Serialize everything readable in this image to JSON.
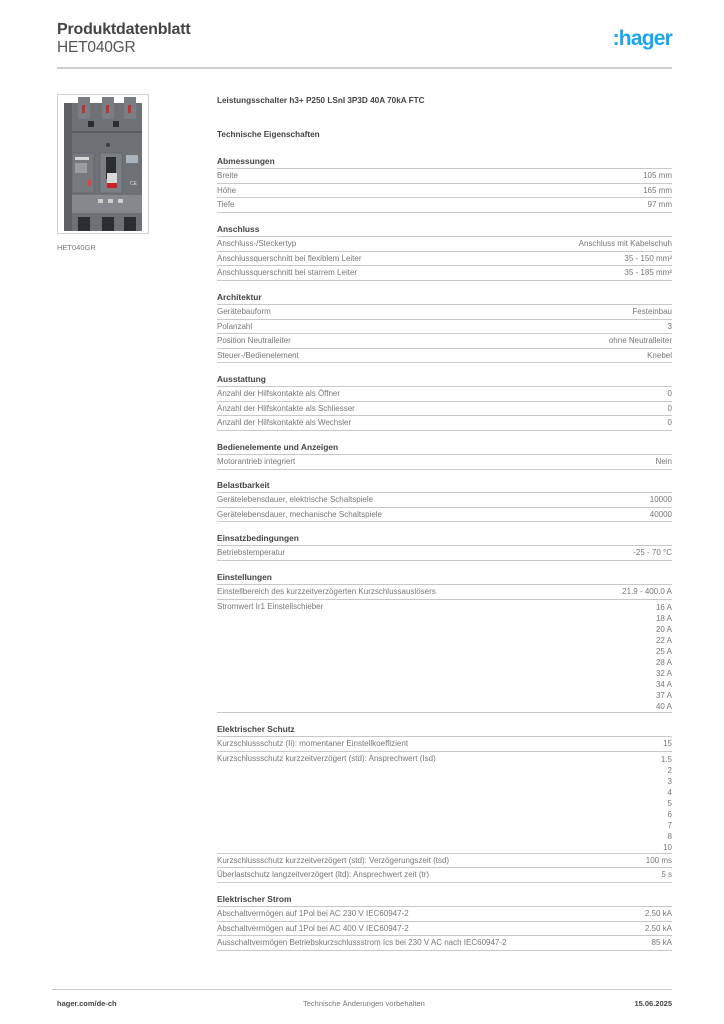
{
  "header": {
    "title": "Produktdatenblatt",
    "code": "HET040GR",
    "logo_text": ":hager",
    "logo_color": "#1aa6e8"
  },
  "product": {
    "image_caption": "HET040GR",
    "name": "Leistungsschalter h3+ P250 LSnI 3P3D 40A 70kA FTC",
    "tech_heading": "Technische Eigenschaften"
  },
  "sections": [
    {
      "title": "Abmessungen",
      "rows": [
        {
          "label": "Breite",
          "value": "105 mm"
        },
        {
          "label": "Höhe",
          "value": "165 mm"
        },
        {
          "label": "Tiefe",
          "value": "97 mm"
        }
      ]
    },
    {
      "title": "Anschluss",
      "rows": [
        {
          "label": "Anschluss-/Steckertyp",
          "value": "Anschluss mit Kabelschuh"
        },
        {
          "label": "Anschlussquerschnitt bei flexiblem Leiter",
          "value": "35 - 150 mm²"
        },
        {
          "label": "Anschlussquerschnitt bei starrem Leiter",
          "value": "35 - 185 mm²"
        }
      ]
    },
    {
      "title": "Architektur",
      "rows": [
        {
          "label": "Gerätebauform",
          "value": "Festeinbau"
        },
        {
          "label": "Polanzahl",
          "value": "3"
        },
        {
          "label": "Position Neutralleiter",
          "value": "ohne Neutralleiter"
        },
        {
          "label": "Steuer-/Bedienelement",
          "value": "Knebel"
        }
      ]
    },
    {
      "title": "Ausstattung",
      "rows": [
        {
          "label": "Anzahl der Hilfskontakte als Öffner",
          "value": "0"
        },
        {
          "label": "Anzahl der Hilfskontakte als Schliesser",
          "value": "0"
        },
        {
          "label": "Anzahl der Hilfskontakte als Wechsler",
          "value": "0"
        }
      ]
    },
    {
      "title": "Bedienelemente und Anzeigen",
      "rows": [
        {
          "label": "Motorantrieb integriert",
          "value": "Nein"
        }
      ]
    },
    {
      "title": "Belastbarkeit",
      "rows": [
        {
          "label": "Gerätelebensdauer, elektrische Schaltspiele",
          "value": "10000"
        },
        {
          "label": "Gerätelebensdauer, mechanische Schaltspiele",
          "value": "40000"
        }
      ]
    },
    {
      "title": "Einsatzbedingungen",
      "rows": [
        {
          "label": "Betriebstemperatur",
          "value": "-25 - 70 °C"
        }
      ]
    },
    {
      "title": "Einstellungen",
      "rows": [
        {
          "label": "Einstellbereich des kurzzeitverzögerten Kurzschlussauslösers",
          "value": "21.9 - 400.0 A"
        },
        {
          "label": "Stromwert Ir1 Einstellschieber",
          "values": [
            "16 A",
            "18 A",
            "20 A",
            "22 A",
            "25 A",
            "28 A",
            "32 A",
            "34 A",
            "37 A",
            "40 A"
          ]
        }
      ]
    },
    {
      "title": "Elektrischer Schutz",
      "rows": [
        {
          "label": "Kurzschlussschutz (Ii): momentaner Einstellkoeffizient",
          "value": "15"
        },
        {
          "label": "Kurzschlussschutz kurzzeitverzögert (std): Ansprechwert (Isd)",
          "values": [
            "1.5",
            "2",
            "3",
            "4",
            "5",
            "6",
            "7",
            "8",
            "10"
          ]
        },
        {
          "label": "Kurzschlussschutz kurzzeitverzögert (std): Verzögerungszeit (tsd)",
          "value": "100 ms"
        },
        {
          "label": "Überlastschutz langzeitverzögert (ltd): Ansprechwert zeit (tr)",
          "value": "5 s"
        }
      ]
    },
    {
      "title": "Elektrischer Strom",
      "rows": [
        {
          "label": "Abschaltvermögen auf 1Pol bei AC 230 V IEC60947-2",
          "value": "2.50 kA"
        },
        {
          "label": "Abschaltvermögen auf 1Pol bei AC 400 V IEC60947-2",
          "value": "2.50 kA"
        },
        {
          "label": "Ausschaltvermögen Betriebskurzschlussstrom Ics bei 230 V AC nach IEC60947-2",
          "value": "85 kA"
        }
      ]
    }
  ],
  "footer": {
    "website": "hager.com/de-ch",
    "disclaimer": "Technische Änderungen vorbehalten",
    "date": "15.06.2025"
  }
}
